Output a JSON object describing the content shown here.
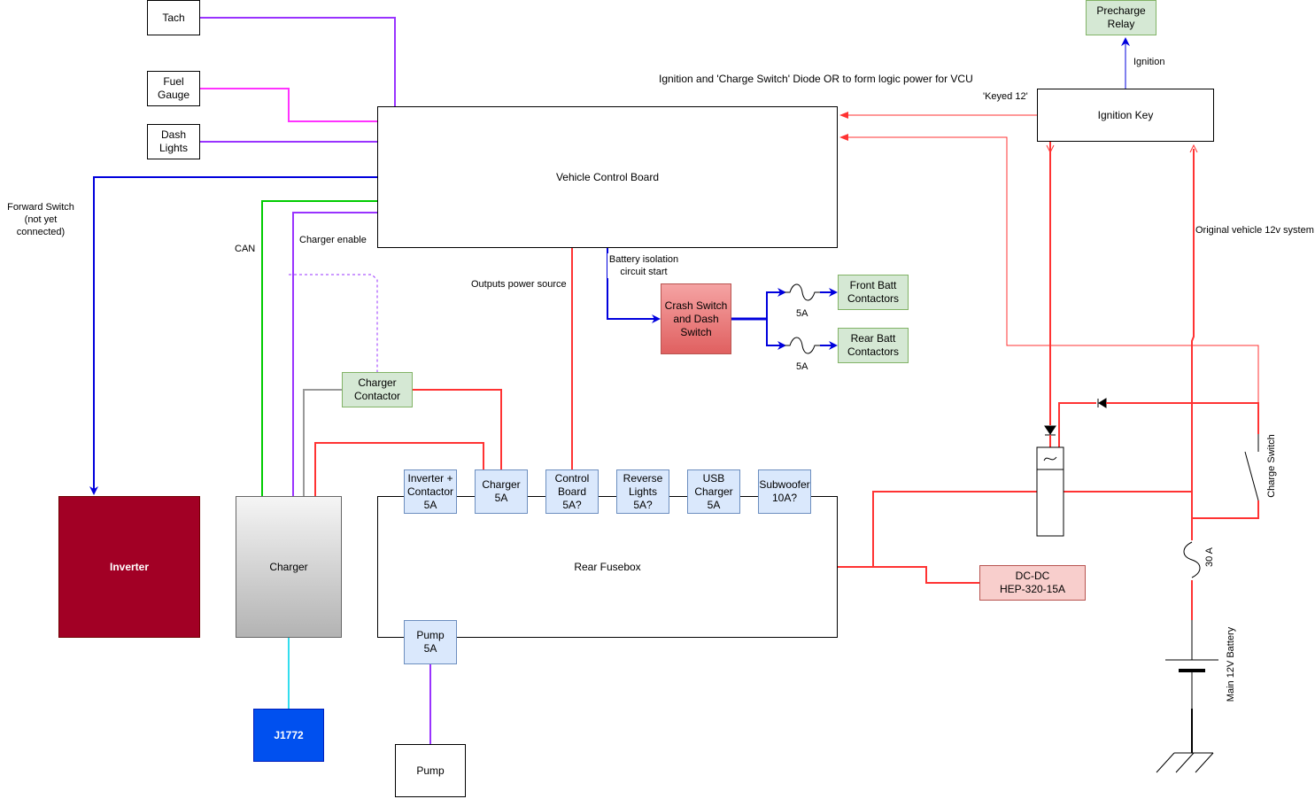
{
  "boxes": {
    "tach": "Tach",
    "fuel_gauge": "Fuel\nGauge",
    "dash_lights": "Dash\nLights",
    "vcb": "Vehicle Control Board",
    "precharge_relay": "Precharge\nRelay",
    "ignition_key": "Ignition Key",
    "crash_switch": "Crash Switch\nand Dash\nSwitch",
    "front_batt": "Front Batt\nContactors",
    "rear_batt": "Rear Batt\nContactors",
    "charger_contactor": "Charger\nContactor",
    "inverter": "Inverter",
    "charger": "Charger",
    "rear_fusebox": "Rear Fusebox",
    "j1772": "J1772",
    "pump": "Pump",
    "dcdc": "DC-DC\nHEP-320-15A"
  },
  "fuses": [
    "Inverter +\nContactor\n5A",
    "Charger\n5A",
    "Control\nBoard\n5A?",
    "Reverse\nLights\n5A?",
    "USB\nCharger\n5A",
    "Subwoofer\n10A?"
  ],
  "pump_fuse": "Pump\n5A",
  "labels": {
    "forward_switch": "Forward Switch\n(not yet connected)",
    "can": "CAN",
    "charger_enable": "Charger enable",
    "outputs_power": "Outputs power source",
    "battery_isolation": "Battery isolation\ncircuit start",
    "ignition_note": "Ignition and 'Charge Switch' Diode OR to form logic power for VCU",
    "keyed12": "'Keyed 12'",
    "ignition": "Ignition",
    "orig_12v": "Original vehicle 12v system",
    "fuse_front": "5A",
    "fuse_rear": "5A",
    "charge_switch": "Charge Switch",
    "fuse_30a": "30 A",
    "main_battery": "Main 12V Battery"
  },
  "colors": {
    "purple": "#9933ff",
    "magenta": "#ff33ff",
    "blue": "#0000dd",
    "green": "#00cc00",
    "red": "#ff3333",
    "grey": "#999999",
    "cyan": "#33ddee"
  }
}
